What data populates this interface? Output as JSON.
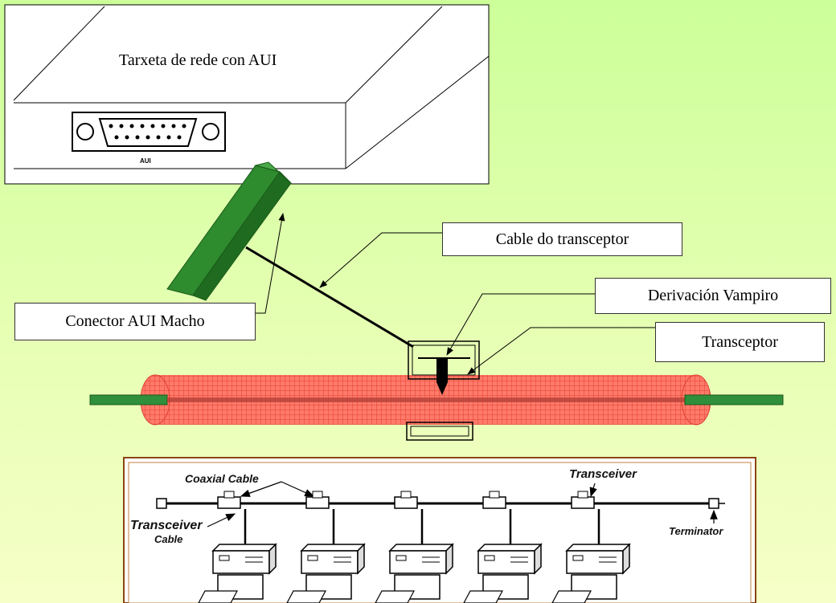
{
  "nic": {
    "title": "Tarxeta de rede con AUI",
    "port_label": "AUI"
  },
  "labels": {
    "transceiver_cable": "Cable do transceptor",
    "vampire_tap": "Derivación Vampiro",
    "transceiver": "Transceptor",
    "aui_male": "Conector AUI Macho"
  },
  "network_sketch": {
    "coaxial_cable": "Coaxial Cable",
    "transceiver_top": "Transceiver",
    "transceiver_left": "Transceiver",
    "cable": "Cable",
    "terminator": "Terminator"
  },
  "colors": {
    "background_top": "#ccff99",
    "connector_green": "#2e8b2e",
    "coax_red": "#ff6655",
    "cable_green": "#2f8f3a",
    "sketch_frame": "#8b4513"
  }
}
